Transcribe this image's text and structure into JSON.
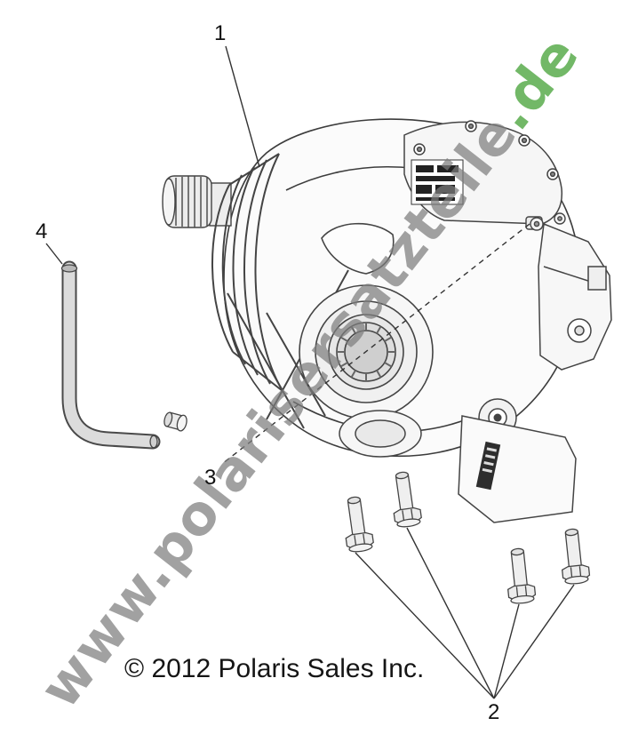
{
  "watermark": {
    "main": "www.polarisersatzteile",
    "suffix": ".de",
    "main_color": "#7d7d7d",
    "suffix_color": "#4aa43c"
  },
  "copyright_text": "© 2012 Polaris Sales Inc.",
  "callouts": {
    "one": "1",
    "two": "2",
    "three": "3",
    "four": "4"
  }
}
